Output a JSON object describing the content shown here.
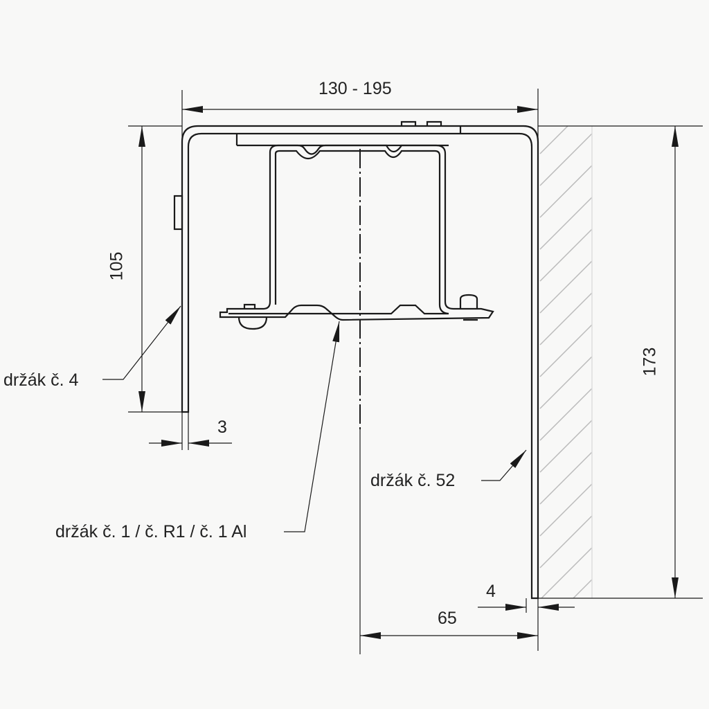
{
  "dimensions": {
    "width": "130 - 195",
    "height_left": "105",
    "height_right": "173",
    "thickness_left": "3",
    "thickness_right": "4",
    "offset": "65"
  },
  "labels": {
    "holder_4": "držák č. 4",
    "holder_52": "držák č. 52",
    "holder_1": "držák č. 1 / č. R1 / č. 1 Al"
  },
  "colors": {
    "line": "#1a1a1a",
    "background": "#f8f8f7",
    "hatch": "#bbbbbb"
  }
}
